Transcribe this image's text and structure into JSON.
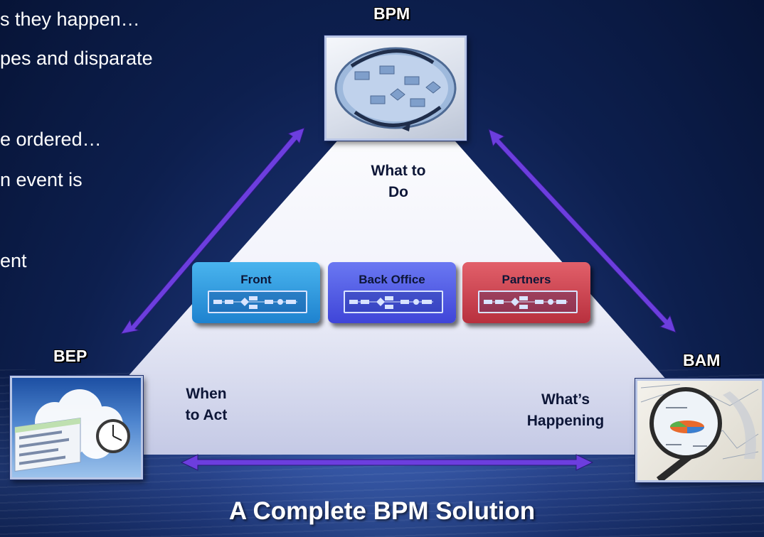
{
  "bullets": [
    "s they happen…",
    "pes and disparate",
    "e ordered…",
    "n event is",
    "ent"
  ],
  "corners": {
    "top": {
      "label": "BPM",
      "caption_line1": "What to",
      "caption_line2": "Do"
    },
    "left": {
      "label": "BEP",
      "caption_line1": "When",
      "caption_line2": "to Act"
    },
    "right": {
      "label": "BAM",
      "caption_line1": "What’s",
      "caption_line2": "Happening"
    }
  },
  "boxes": [
    {
      "title": "Front",
      "color": "#2a95dd"
    },
    {
      "title": "Back Office",
      "color": "#4a5fe6"
    },
    {
      "title": "Partners",
      "color": "#c9434e"
    }
  ],
  "footer": {
    "title": "A Complete BPM Solution"
  },
  "colors": {
    "arrow": "#7040e0",
    "triangle_top": "#ffffff",
    "triangle_bottom": "#c8cde8"
  },
  "icons": {
    "bpm": "process-loop-icon",
    "bep": "clock-and-clouds-icon",
    "bam": "magnifying-glass-report-icon",
    "flow": "process-flow-icon"
  }
}
